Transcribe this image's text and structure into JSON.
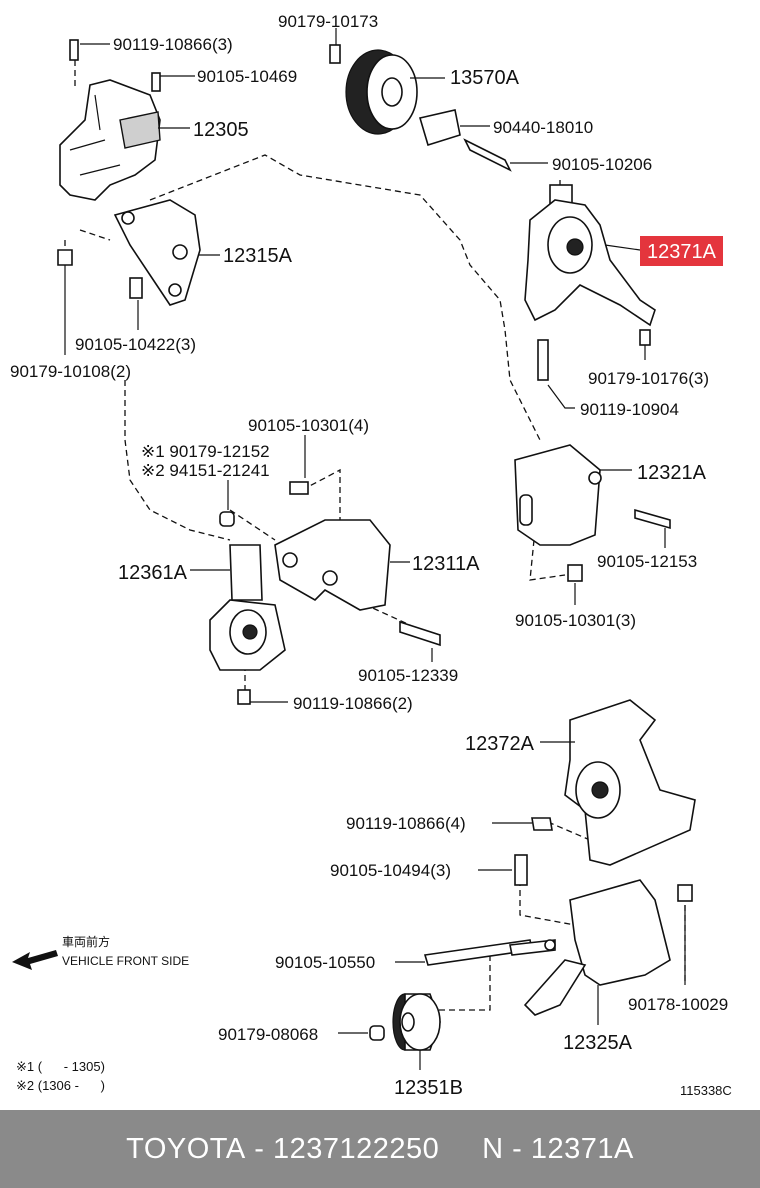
{
  "parts": {
    "p90179_10173": "90179-10173",
    "p90119_10866_3": "90119-10866(3)",
    "p90105_10469": "90105-10469",
    "p13570A": "13570A",
    "p12305": "12305",
    "p90440_18010": "90440-18010",
    "p90105_10206": "90105-10206",
    "p12371A": "12371A",
    "p12315A": "12315A",
    "p90105_10422_3": "90105-10422(3)",
    "p90179_10108_2": "90179-10108(2)",
    "p90179_10176_3": "90179-10176(3)",
    "p90119_10904": "90119-10904",
    "p90105_10301_4": "90105-10301(4)",
    "p90179_12152": "※1 90179-12152",
    "p94151_21241": "※2 94151-21241",
    "p12321A": "12321A",
    "p90105_12153": "90105-12153",
    "p12361A": "12361A",
    "p12311A": "12311A",
    "p90105_10301_3": "90105-10301(3)",
    "p90105_12339": "90105-12339",
    "p90119_10866_2": "90119-10866(2)",
    "p12372A": "12372A",
    "p90119_10866_4": "90119-10866(4)",
    "p90105_10494_3": "90105-10494(3)",
    "p90105_10550": "90105-10550",
    "p90178_10029": "90178-10029",
    "p90179_08068": "90179-08068",
    "p12325A": "12325A",
    "p12351B": "12351B"
  },
  "direction": {
    "jp": "車両前方",
    "en": "VEHICLE FRONT SIDE"
  },
  "notes": {
    "n1": "※1 (      - 1305)",
    "n2": "※2 (1306 -      )"
  },
  "figure_id": "115338C",
  "highlight_color": "#e4353d",
  "footer": {
    "brand": "TOYOTA",
    "sep1": " - ",
    "part_number": "1237122250",
    "gap": "     ",
    "ref_prefix": "N",
    "sep2": " - ",
    "ref_code": "12371A"
  }
}
